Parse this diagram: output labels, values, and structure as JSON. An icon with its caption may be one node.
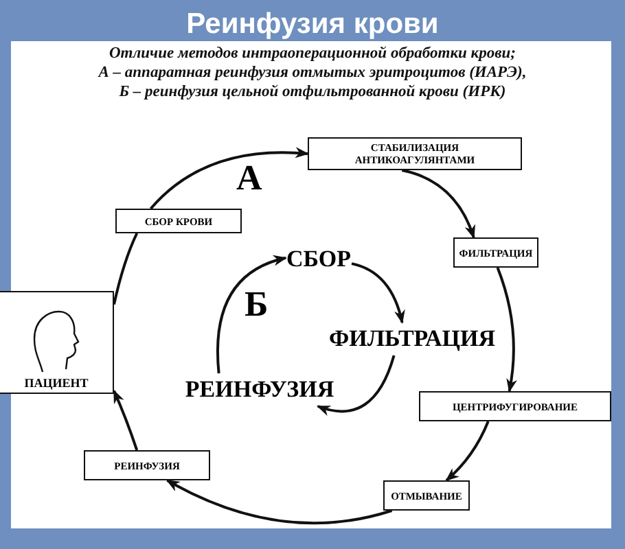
{
  "diagram": {
    "title": "Реинфузия крови",
    "nodes": [
      {
        "text": [
          "СБОР КРОВИ"
        ]
      },
      {
        "text": [
          "СТАБИЛИЗАЦИЯ АНТИКОАГУЛЯНТАМИ"
        ]
      },
      {
        "text": [
          "ФИЛЬТРАЦИЯ"
        ]
      },
      {
        "text": [
          "ЦЕНТРИФУГИРОВАНИЕ"
        ]
      },
      {
        "text": [
          "ОТМЫВАНИЕ"
        ]
      },
      {
        "text": [
          "РЕИНФУЗИЯ"
        ]
      },
      {
        "text": [
          "ПАЦИЕНТ"
        ]
      },
      {
        "text": [
          "СБОР"
        ]
      },
      {
        "text": [
          "ФИЛЬТРАЦИЯ"
        ]
      },
      {
        "text": [
          "РЕИНФУЗИЯ"
        ]
      }
    ],
    "edges": [
      {
        "from": 6,
        "to": 0,
        "arrow": "none"
      },
      {
        "from": 0,
        "to": 1,
        "arrow": "to"
      },
      {
        "from": 1,
        "to": 2,
        "arrow": "to"
      },
      {
        "from": 2,
        "to": 3,
        "arrow": "to"
      },
      {
        "from": 3,
        "to": 4,
        "arrow": "to"
      },
      {
        "from": 4,
        "to": 5,
        "arrow": "to"
      },
      {
        "from": 5,
        "to": 6,
        "arrow": "to"
      },
      {
        "from": 7,
        "to": 8,
        "arrow": "to"
      },
      {
        "from": 8,
        "to": 9,
        "arrow": "to"
      },
      {
        "from": 9,
        "to": 7,
        "arrow": "to"
      }
    ],
    "labels": [
      "Отличие методов интраоперационной обработки крови;",
      "А – аппаратная реинфузия отмытых эритроцитов (ИАРЭ),",
      "Б – реинфузия цельной отфильтрованной крови (ИРК)",
      "А",
      "Б"
    ]
  }
}
